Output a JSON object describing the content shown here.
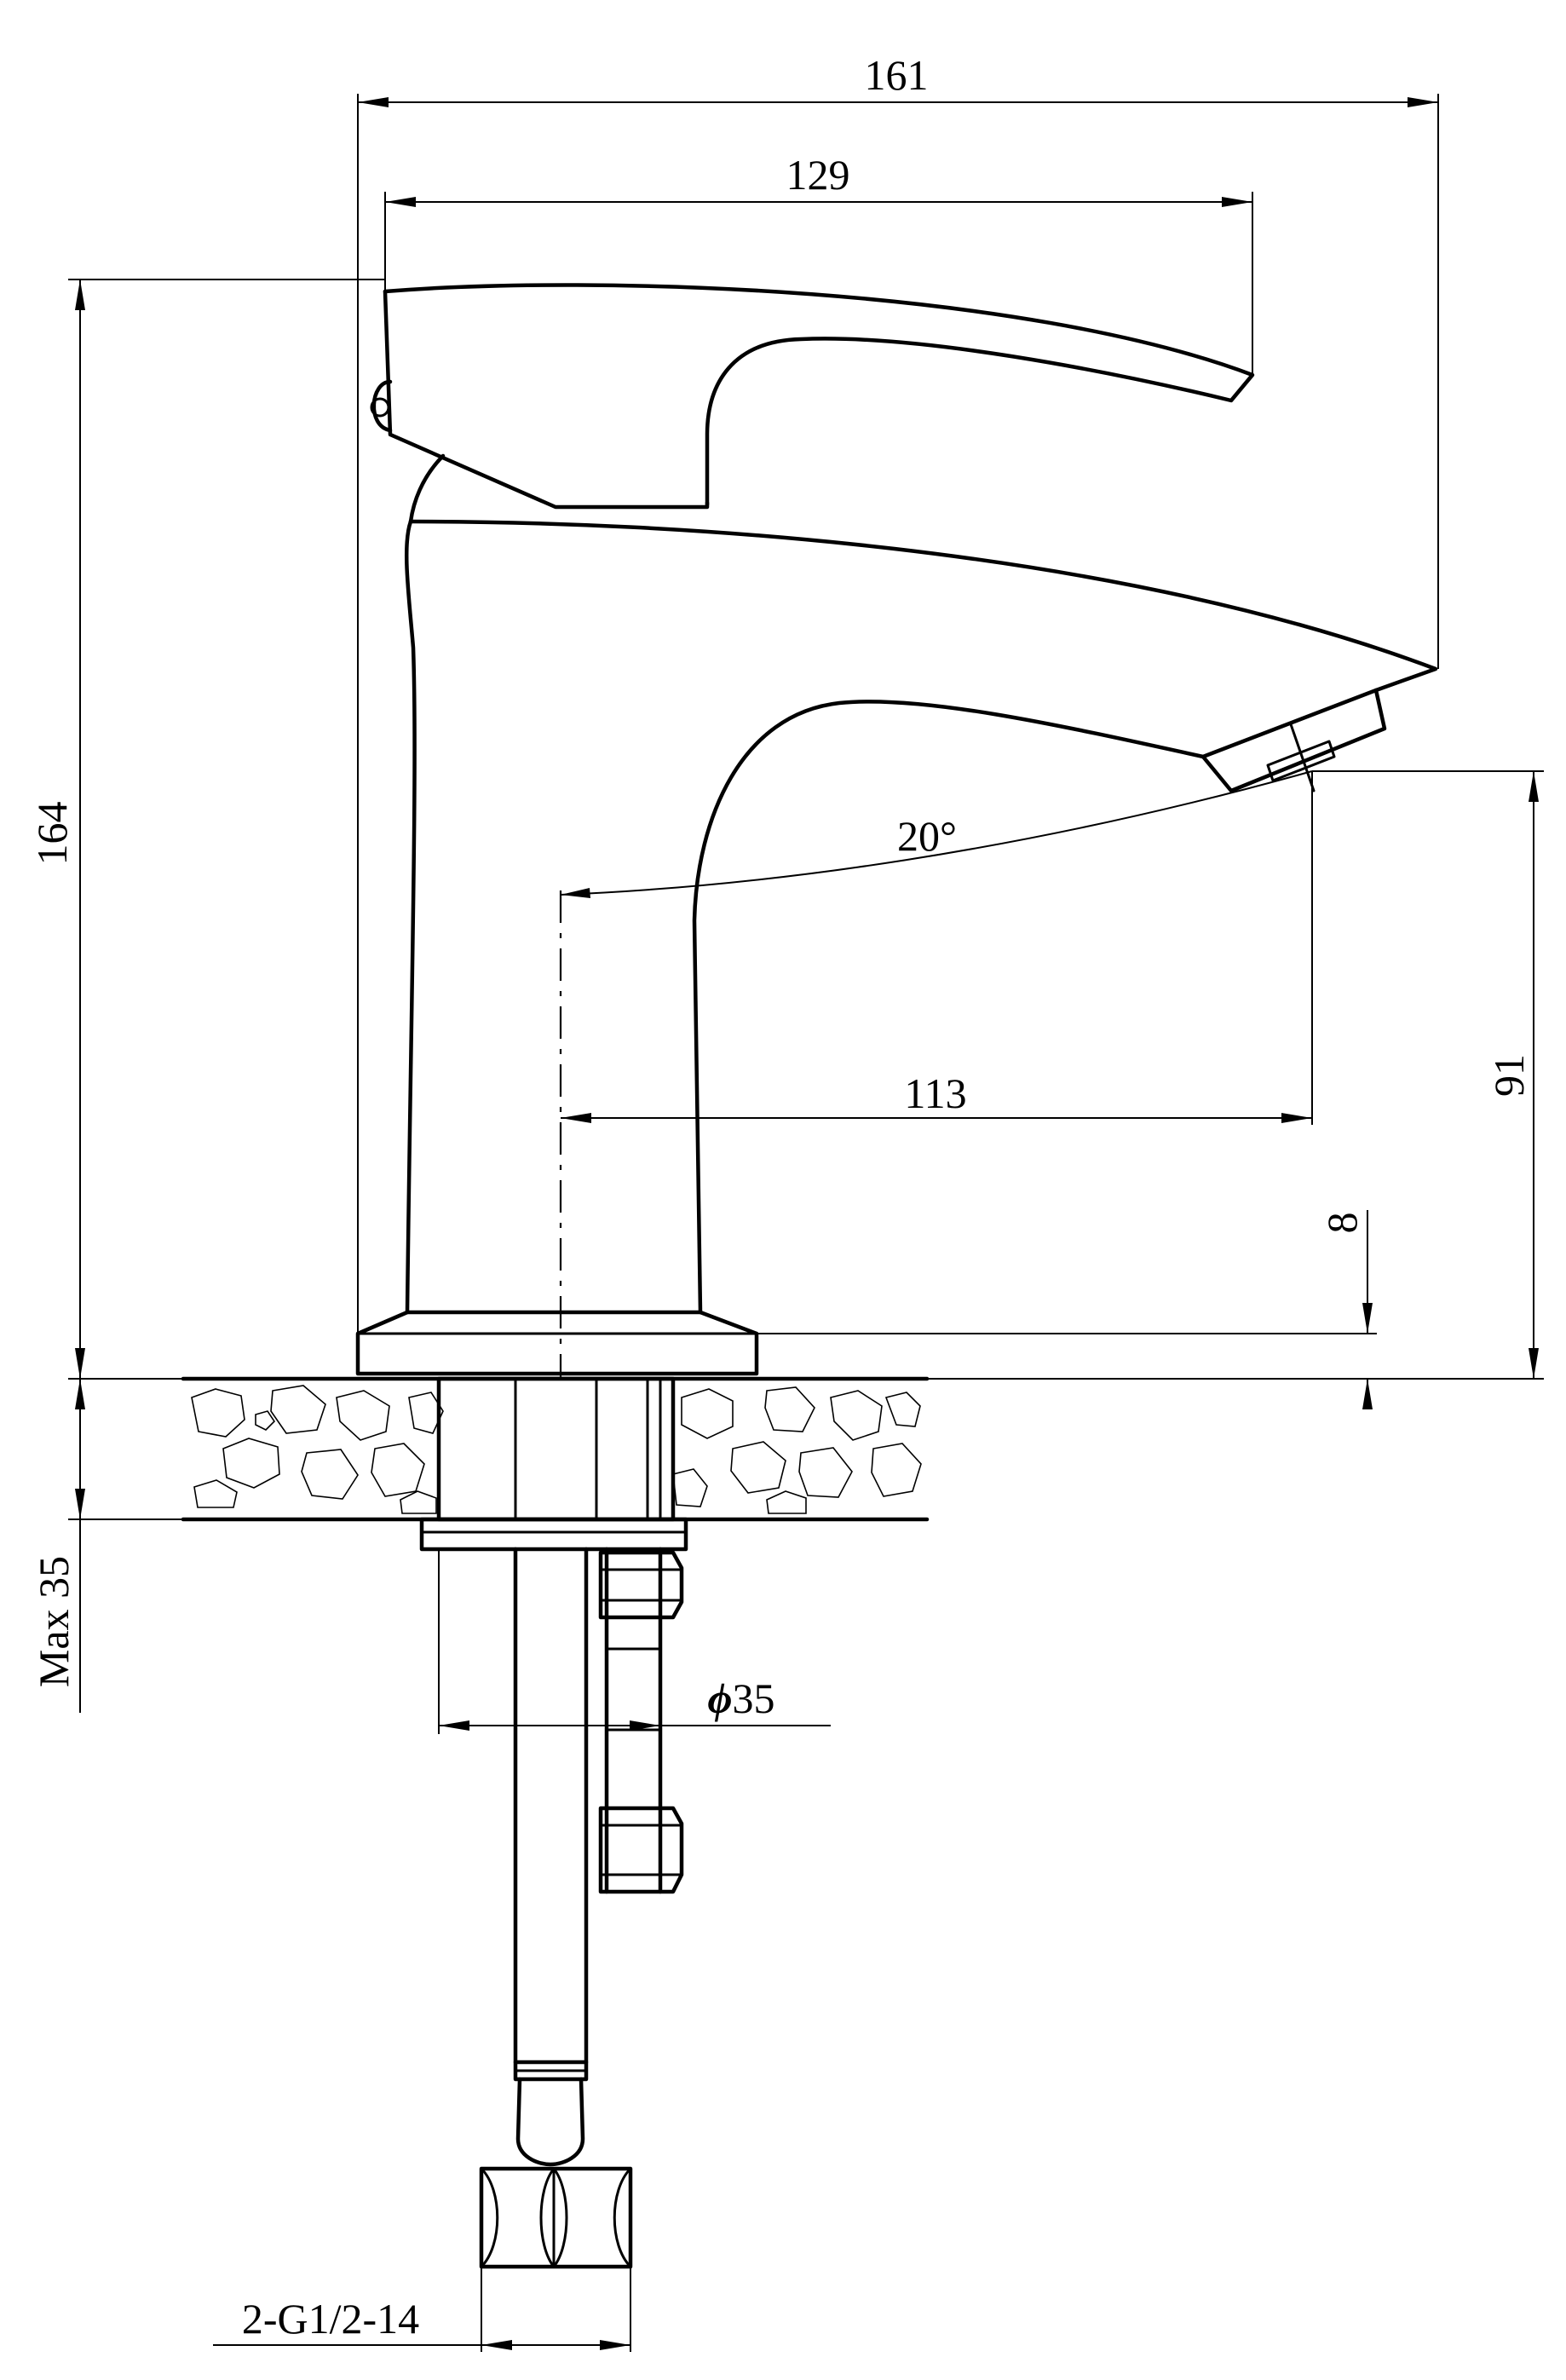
{
  "diagram": {
    "dimensions": {
      "overall_width": "161",
      "lever_length": "129",
      "overall_height": "164",
      "spout_angle": "20°",
      "spout_reach": "113",
      "spout_height": "91",
      "base_height": "8",
      "max_counter_thickness": "Max 35",
      "mounting_hole": "35",
      "hose_connection": "2-G1/2-14"
    },
    "symbols": {
      "diameter": "ϕ"
    }
  }
}
